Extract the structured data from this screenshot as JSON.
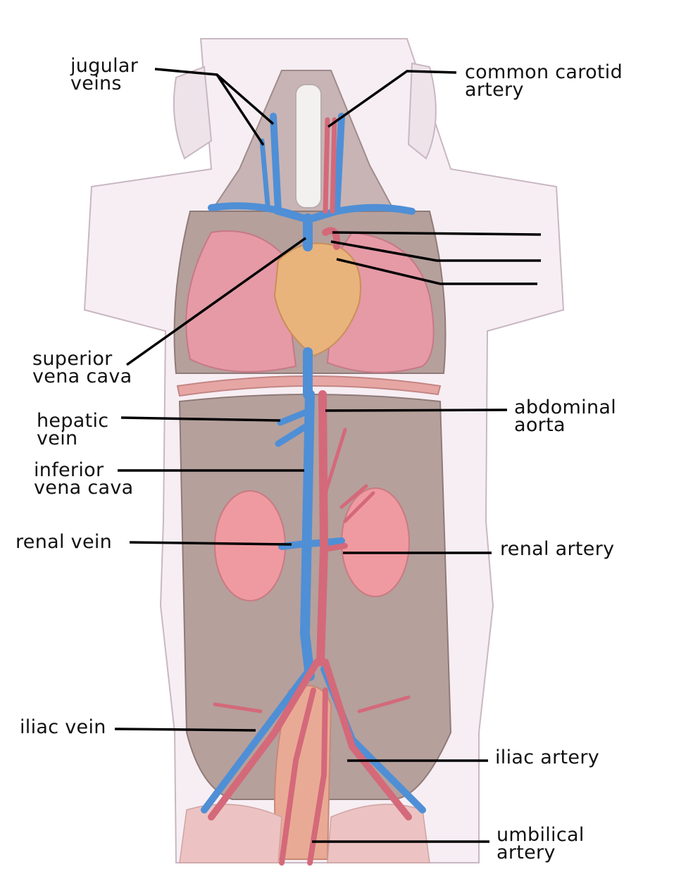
{
  "labels": {
    "jugular_veins": "jugular\nveins",
    "common_carotid_artery": "common carotid\nartery",
    "superior_vena_cava": "superior\nvena cava",
    "hepatic_vein": "hepatic\nvein",
    "abdominal_aorta": "abdominal\naorta",
    "inferior_vena_cava": "inferior\nvena cava",
    "renal_vein": "renal vein",
    "renal_artery": "renal artery",
    "iliac_vein": "iliac vein",
    "iliac_artery": "iliac artery",
    "umbilical_artery": "umbilical\nartery"
  },
  "blank_label_lines": 3,
  "colors": {
    "vein": "#4f8fd6",
    "artery": "#d4697a",
    "body_outline": "#f6eef3",
    "cavity": "#b5a09c",
    "lung": "#e59aa6",
    "heart": "#e9b37c",
    "kidney": "#ef9aa0"
  }
}
